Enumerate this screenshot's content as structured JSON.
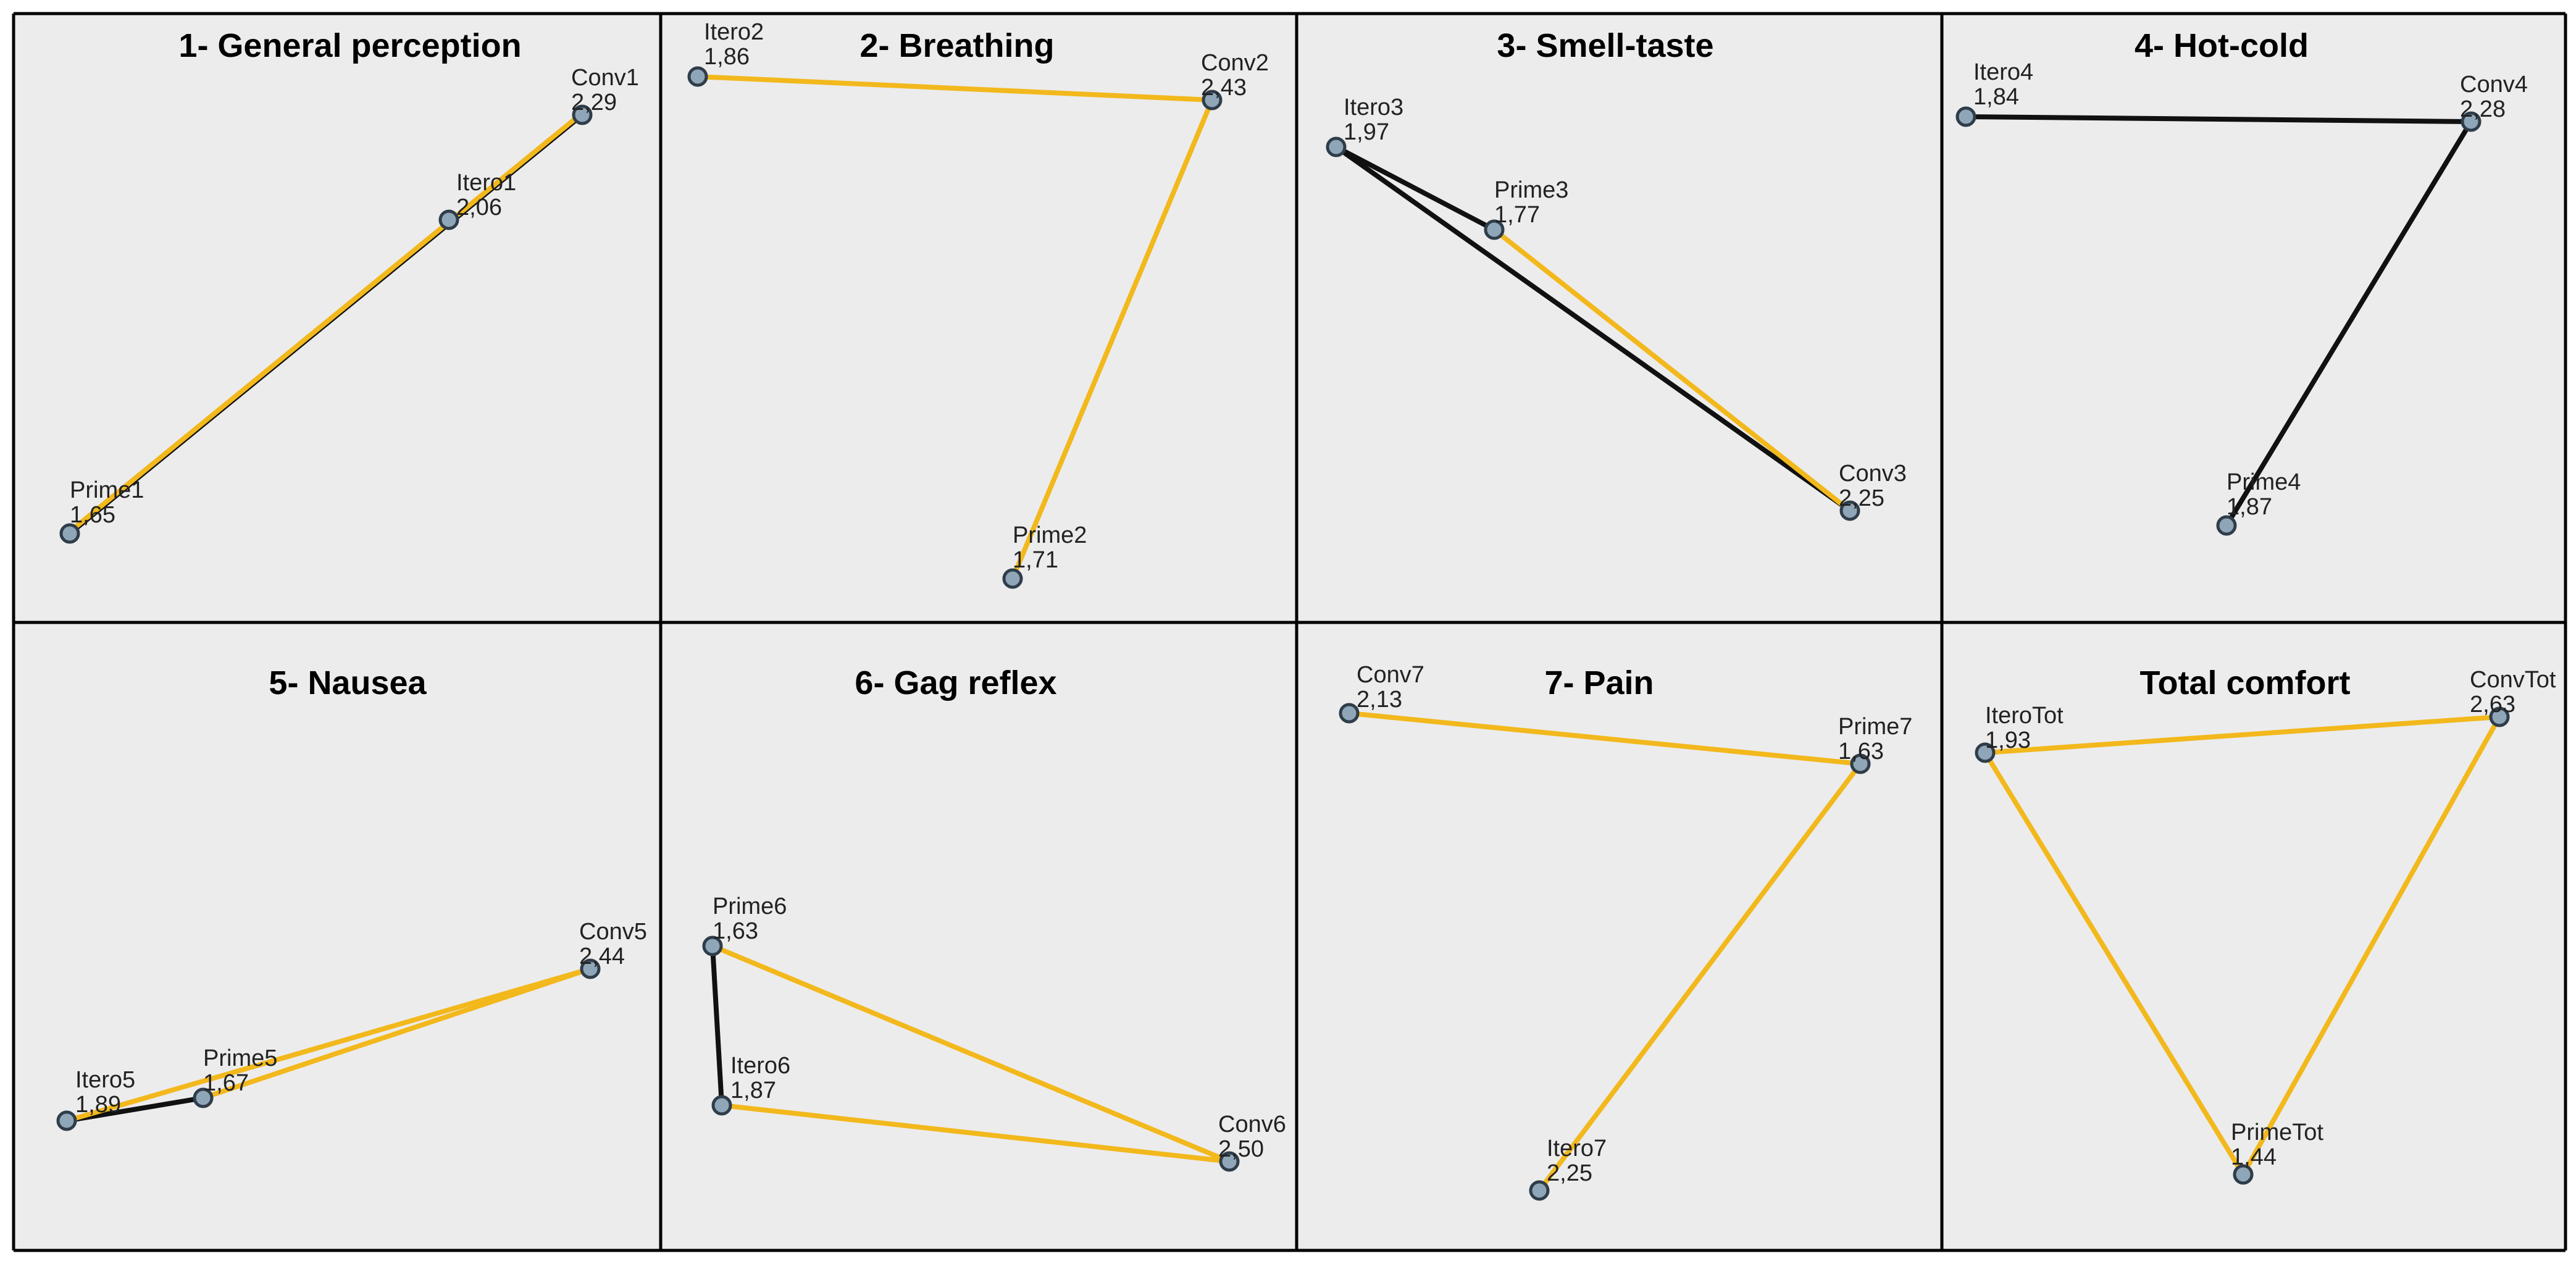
{
  "colors": {
    "background": "#ececec",
    "yellow": "#f2b81c",
    "black": "#111111",
    "marker_fill": "#8fa6b8",
    "marker_stroke": "#2f3d4a"
  },
  "chart_data": [
    {
      "type": "scatter",
      "title": "1- General perception",
      "points": [
        {
          "name": "Conv1",
          "value": "2,29"
        },
        {
          "name": "Itero1",
          "value": "2,06"
        },
        {
          "name": "Prime1",
          "value": "1,65"
        }
      ],
      "edges": [
        {
          "from": "Prime1",
          "to": "Conv1",
          "color": "black"
        },
        {
          "from": "Prime1",
          "to": "Conv1",
          "color": "yellow"
        }
      ]
    },
    {
      "type": "scatter",
      "title": "2- Breathing",
      "points": [
        {
          "name": "Itero2",
          "value": "1,86"
        },
        {
          "name": "Conv2",
          "value": "2,43"
        },
        {
          "name": "Prime2",
          "value": "1,71"
        }
      ],
      "edges": [
        {
          "from": "Itero2",
          "to": "Conv2",
          "color": "yellow"
        },
        {
          "from": "Conv2",
          "to": "Prime2",
          "color": "yellow"
        }
      ]
    },
    {
      "type": "scatter",
      "title": "3- Smell-taste",
      "points": [
        {
          "name": "Itero3",
          "value": "1,97"
        },
        {
          "name": "Prime3",
          "value": "1,77"
        },
        {
          "name": "Conv3",
          "value": "2,25"
        }
      ],
      "edges": [
        {
          "from": "Itero3",
          "to": "Conv3",
          "color": "black"
        },
        {
          "from": "Itero3",
          "to": "Prime3",
          "color": "black"
        },
        {
          "from": "Prime3",
          "to": "Conv3",
          "color": "yellow"
        }
      ]
    },
    {
      "type": "scatter",
      "title": "4- Hot-cold",
      "points": [
        {
          "name": "Itero4",
          "value": "1,84"
        },
        {
          "name": "Conv4",
          "value": "2,28"
        },
        {
          "name": "Prime4",
          "value": "1,87"
        }
      ],
      "edges": [
        {
          "from": "Itero4",
          "to": "Conv4",
          "color": "black"
        },
        {
          "from": "Conv4",
          "to": "Prime4",
          "color": "black"
        }
      ]
    },
    {
      "type": "scatter",
      "title": "5- Nausea",
      "points": [
        {
          "name": "Conv5",
          "value": "2,44"
        },
        {
          "name": "Itero5",
          "value": "1,89"
        },
        {
          "name": "Prime5",
          "value": "1,67"
        }
      ],
      "edges": [
        {
          "from": "Itero5",
          "to": "Prime5",
          "color": "black"
        },
        {
          "from": "Itero5",
          "to": "Conv5",
          "color": "yellow"
        },
        {
          "from": "Prime5",
          "to": "Conv5",
          "color": "yellow"
        }
      ]
    },
    {
      "type": "scatter",
      "title": "6- Gag reflex",
      "points": [
        {
          "name": "Prime6",
          "value": "1,63"
        },
        {
          "name": "Itero6",
          "value": "1,87"
        },
        {
          "name": "Conv6",
          "value": "2,50"
        }
      ],
      "edges": [
        {
          "from": "Prime6",
          "to": "Itero6",
          "color": "black"
        },
        {
          "from": "Prime6",
          "to": "Conv6",
          "color": "yellow"
        },
        {
          "from": "Itero6",
          "to": "Conv6",
          "color": "yellow"
        }
      ]
    },
    {
      "type": "scatter",
      "title": "7- Pain",
      "points": [
        {
          "name": "Conv7",
          "value": "2,13"
        },
        {
          "name": "Prime7",
          "value": "1,63"
        },
        {
          "name": "Itero7",
          "value": "2,25"
        }
      ],
      "edges": [
        {
          "from": "Conv7",
          "to": "Prime7",
          "color": "yellow"
        },
        {
          "from": "Prime7",
          "to": "Itero7",
          "color": "yellow"
        }
      ]
    },
    {
      "type": "scatter",
      "title": "Total comfort",
      "points": [
        {
          "name": "IteroTot",
          "value": "1,93"
        },
        {
          "name": "ConvTot",
          "value": "2,63"
        },
        {
          "name": "PrimeTot",
          "value": "1,44"
        }
      ],
      "edges": [
        {
          "from": "IteroTot",
          "to": "ConvTot",
          "color": "yellow"
        },
        {
          "from": "IteroTot",
          "to": "PrimeTot",
          "color": "yellow"
        },
        {
          "from": "ConvTot",
          "to": "PrimeTot",
          "color": "yellow"
        }
      ]
    }
  ]
}
